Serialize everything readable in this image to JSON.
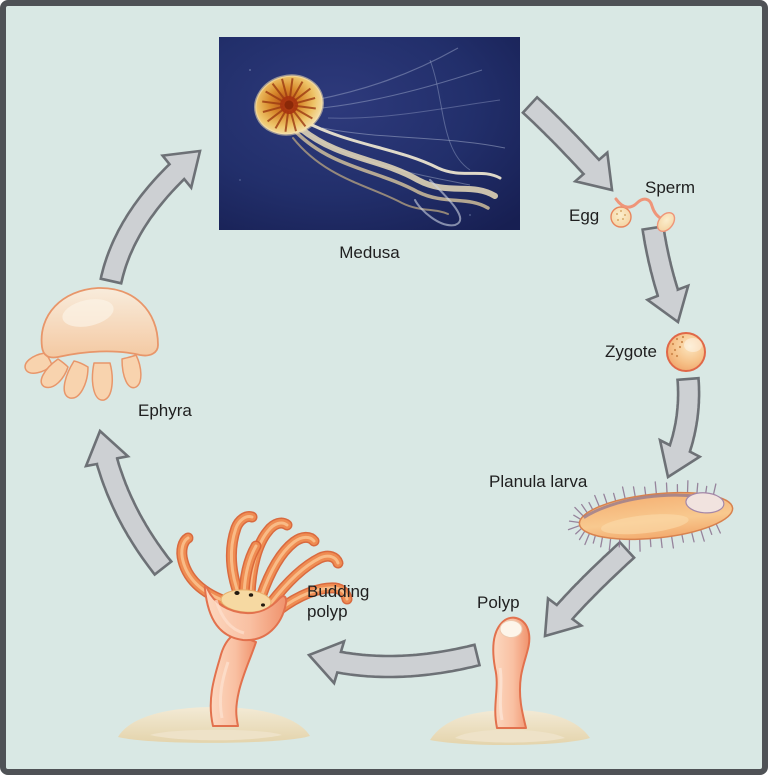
{
  "stages": {
    "medusa": {
      "label": "Medusa"
    },
    "sperm": {
      "label": "Sperm"
    },
    "egg": {
      "label": "Egg"
    },
    "zygote": {
      "label": "Zygote"
    },
    "planula_larva": {
      "label": "Planula larva"
    },
    "polyp": {
      "label": "Polyp"
    },
    "budding_polyp": {
      "label": "Budding polyp"
    },
    "ephyra": {
      "label": "Ephyra"
    }
  },
  "colors": {
    "background": "#d9e8e4",
    "frame": "#4f5256",
    "arrow_fill": "#cdd0d3",
    "arrow_stroke": "#6d7176",
    "label_text": "#1f1f1f",
    "photo_navy": "#232f6b",
    "organism_outline": "#e0724e",
    "tentacle_orange": "#ef8c52",
    "sand": "#ece0c4",
    "cilia_mauve": "#8b7390"
  }
}
